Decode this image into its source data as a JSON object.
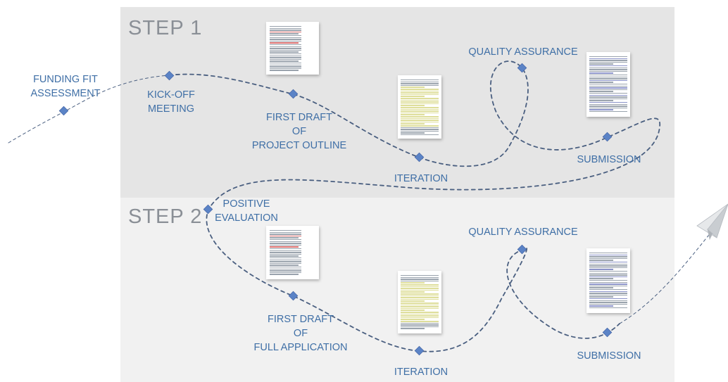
{
  "steps": [
    {
      "title": "STEP 1"
    },
    {
      "title": "STEP 2"
    }
  ],
  "labels": {
    "funding_fit": [
      "FUNDING FIT",
      "ASSESSMENT"
    ],
    "kickoff": [
      "KICK-OFF",
      "MEETING"
    ],
    "first_draft_outline": [
      "FIRST DRAFT",
      "OF",
      "PROJECT OUTLINE"
    ],
    "iteration_1": [
      "ITERATION"
    ],
    "quality_assurance_1": [
      "QUALITY ASSURANCE"
    ],
    "submission_1": [
      "SUBMISSION"
    ],
    "positive_evaluation": [
      "POSITIVE",
      "EVALUATION"
    ],
    "first_draft_full": [
      "FIRST DRAFT",
      "OF",
      "FULL APPLICATION"
    ],
    "iteration_2": [
      "ITERATION"
    ],
    "quality_assurance_2": [
      "QUALITY ASSURANCE"
    ],
    "submission_2": [
      "SUBMISSION"
    ]
  },
  "icons": {
    "milestone": "diamond-icon",
    "document": "document-thumbnail-icon",
    "finish": "paper-plane-icon"
  },
  "colors": {
    "path": "#4a5f80",
    "diamond": "#5b83c6",
    "label": "#3f6fa6",
    "step1_bg": "#e5e5e5",
    "step2_bg": "#f1f1f1",
    "highlight": "#dede9a"
  }
}
